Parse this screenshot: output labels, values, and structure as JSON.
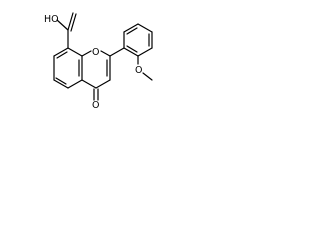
{
  "molecule": {
    "atom_labels": {
      "hydroxyl": "HO",
      "ring_oxygen": "O",
      "carbonyl_oxygen": "O",
      "methoxy": "O"
    }
  }
}
